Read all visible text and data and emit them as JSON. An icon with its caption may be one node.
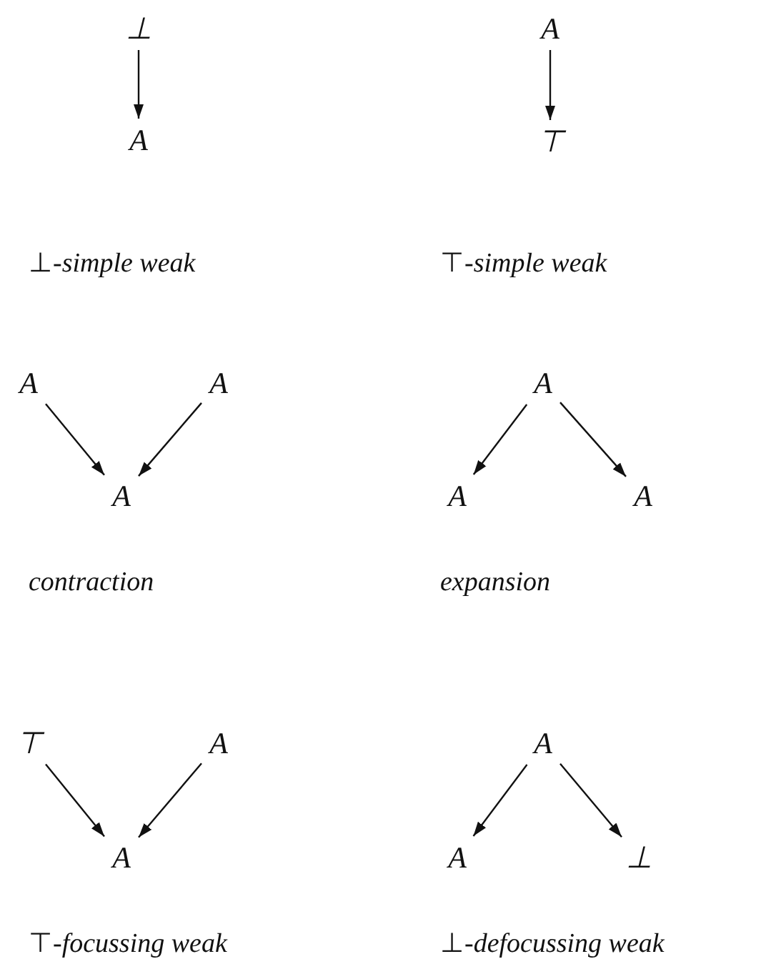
{
  "diagram": {
    "nodes": [
      {
        "text": [
          "⊥"
        ]
      },
      {
        "text": [
          "A"
        ]
      },
      {
        "text": [
          "A"
        ]
      },
      {
        "text": [
          "⊤"
        ]
      },
      {
        "text": [
          "A"
        ]
      },
      {
        "text": [
          "A"
        ]
      },
      {
        "text": [
          "A"
        ]
      },
      {
        "text": [
          "A"
        ]
      },
      {
        "text": [
          "A"
        ]
      },
      {
        "text": [
          "A"
        ]
      },
      {
        "text": [
          "⊤"
        ]
      },
      {
        "text": [
          "A"
        ]
      },
      {
        "text": [
          "A"
        ]
      },
      {
        "text": [
          "A"
        ]
      },
      {
        "text": [
          "A"
        ]
      },
      {
        "text": [
          "⊥"
        ]
      }
    ],
    "edges": [
      {
        "from": 0,
        "to": 1,
        "arrow": "to"
      },
      {
        "from": 2,
        "to": 3,
        "arrow": "to"
      },
      {
        "from": 4,
        "to": 6,
        "arrow": "to"
      },
      {
        "from": 5,
        "to": 6,
        "arrow": "to"
      },
      {
        "from": 7,
        "to": 8,
        "arrow": "to"
      },
      {
        "from": 7,
        "to": 9,
        "arrow": "to"
      },
      {
        "from": 10,
        "to": 12,
        "arrow": "to"
      },
      {
        "from": 11,
        "to": 12,
        "arrow": "to"
      },
      {
        "from": 13,
        "to": 14,
        "arrow": "to"
      },
      {
        "from": 13,
        "to": 15,
        "arrow": "to"
      }
    ],
    "labels": [
      "⊥-*simple weak*",
      "⊤-*simple weak*",
      "contraction",
      "expansion",
      "⊤-*focussing weak*",
      "⊥-*defocussing weak*"
    ]
  }
}
